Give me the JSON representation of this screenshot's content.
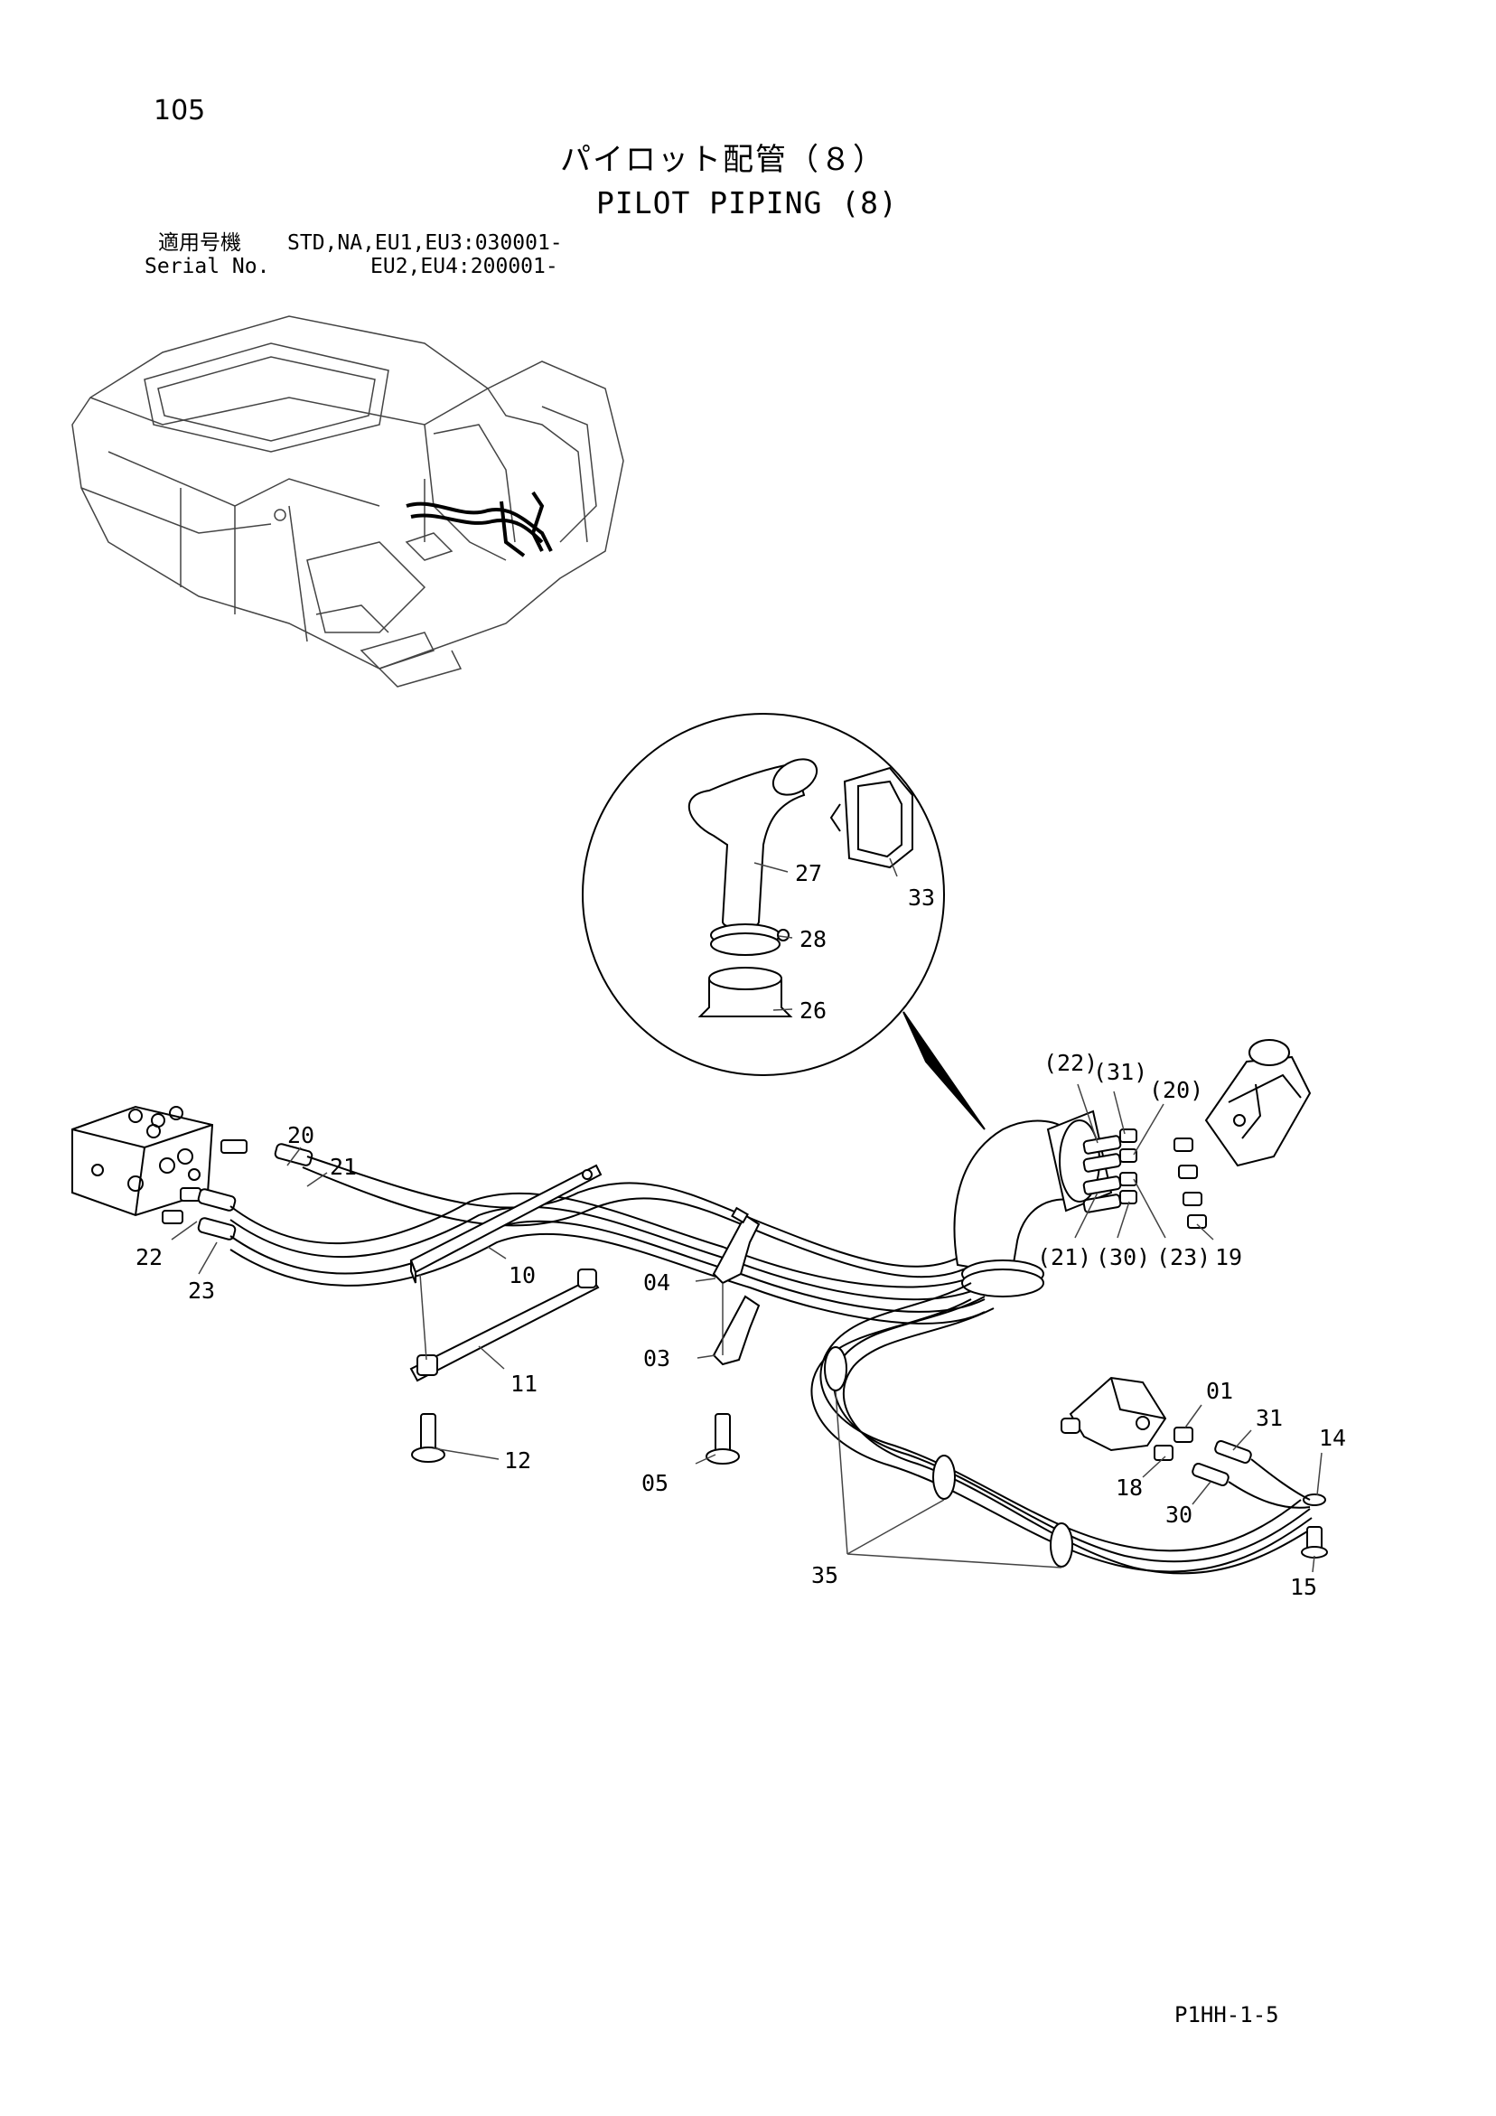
{
  "page": {
    "number": "105",
    "title_jp": "パイロット配管（８）",
    "title_en": "PILOT PIPING (8)",
    "serial": {
      "label_jp": "適用号機",
      "label_en": "Serial No.",
      "line1": "STD,NA,EU1,EU3:030001-",
      "line2": "EU2,EU4:200001-"
    },
    "footer_code": "P1HH-1-5"
  },
  "callouts": {
    "c27": "27",
    "c28": "28",
    "c26": "26",
    "c33": "33",
    "c20": "20",
    "c21": "21",
    "c22": "22",
    "c23": "23",
    "c10": "10",
    "c11": "11",
    "c12": "12",
    "c04": "04",
    "c03": "03",
    "c05": "05",
    "p22": "(22)",
    "p31": "(31)",
    "p20": "(20)",
    "p21": "(21)",
    "p30": "(30)",
    "p23": "(23)",
    "c19": "19",
    "c01": "01",
    "c31": "31",
    "c14": "14",
    "c18": "18",
    "c30": "30",
    "c15": "15",
    "c35": "35"
  }
}
